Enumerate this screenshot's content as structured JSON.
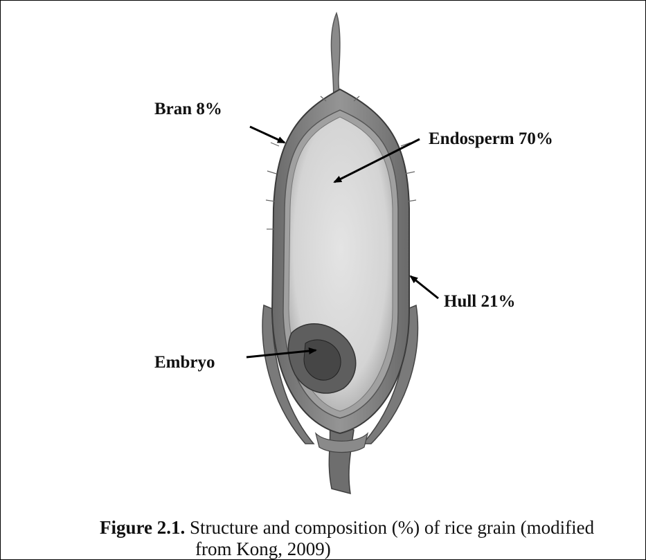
{
  "labels": {
    "bran": "Bran 8%",
    "endosperm": "Endosperm 70%",
    "hull": "Hull 21%",
    "embryo": "Embryo"
  },
  "caption": {
    "label": "Figure 2.1.",
    "text_line1": " Structure and composition (%) of rice grain (modified",
    "text_line2": "from Kong, 2009)"
  },
  "colors": {
    "hull": "#7d7d7d",
    "hull_dark": "#4a4a4a",
    "endosperm": "#d8d8d8",
    "embryo": "#5a5a5a",
    "arrow": "#000000"
  }
}
